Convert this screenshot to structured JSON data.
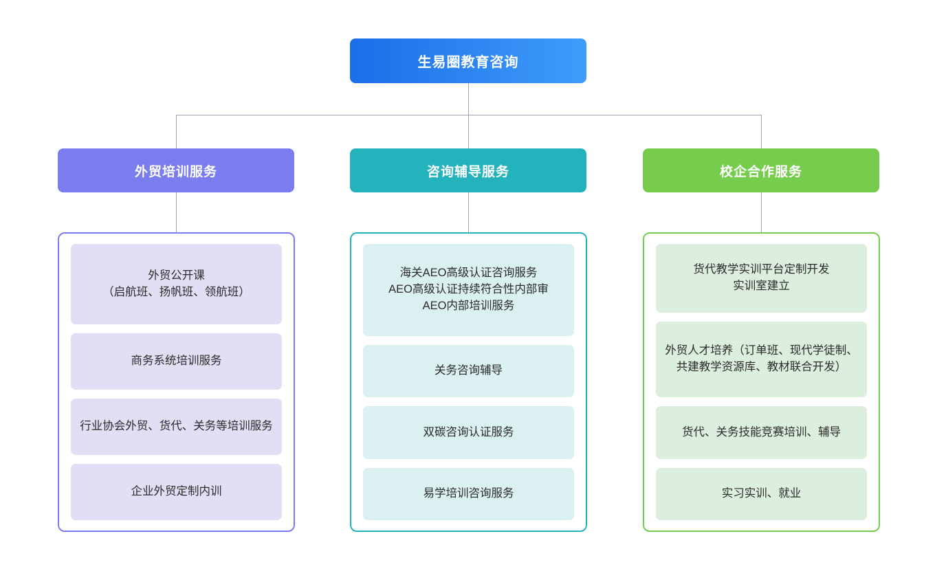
{
  "chart_data": {
    "type": "diagram",
    "title": "生易圈教育咨询 服务体系组织结构图",
    "layout": "top-down org chart, 1 root + 3 branches, each branch has a bordered panel of service items",
    "root": {
      "label": "生易圈教育咨询",
      "color_start": "#1a6ee8",
      "color_end": "#3f9cfa"
    },
    "branches": [
      {
        "label": "外贸培训服务",
        "header_color": "#7b7ced",
        "border_color": "#7b7ced",
        "item_color": "#e0dff4",
        "items": [
          "外贸公开课\n（启航班、扬帆班、领航班）",
          "商务系统培训服务",
          "行业协会外贸、货代、关务等培训服务",
          "企业外贸定制内训"
        ]
      },
      {
        "label": "咨询辅导服务",
        "header_color": "#24b3bd",
        "border_color": "#24b3bd",
        "item_color": "#dbf0f1",
        "items": [
          "海关AEO高级认证咨询服务\nAEO高级认证持续符合性内部审\nAEO内部培训服务",
          "关务咨询辅导",
          "双碳咨询认证服务",
          "易学培训咨询服务"
        ]
      },
      {
        "label": "校企合作服务",
        "header_color": "#76cc4d",
        "border_color": "#76cc4d",
        "item_color": "#dceedd",
        "items": [
          "货代教学实训平台定制开发\n实训室建立",
          "外贸人才培养（订单班、现代学徒制、共建教学资源库、教材联合开发）",
          "货代、关务技能竞赛培训、辅导",
          "实习实训、就业"
        ]
      }
    ],
    "connector_color": "#9aa4b2"
  }
}
